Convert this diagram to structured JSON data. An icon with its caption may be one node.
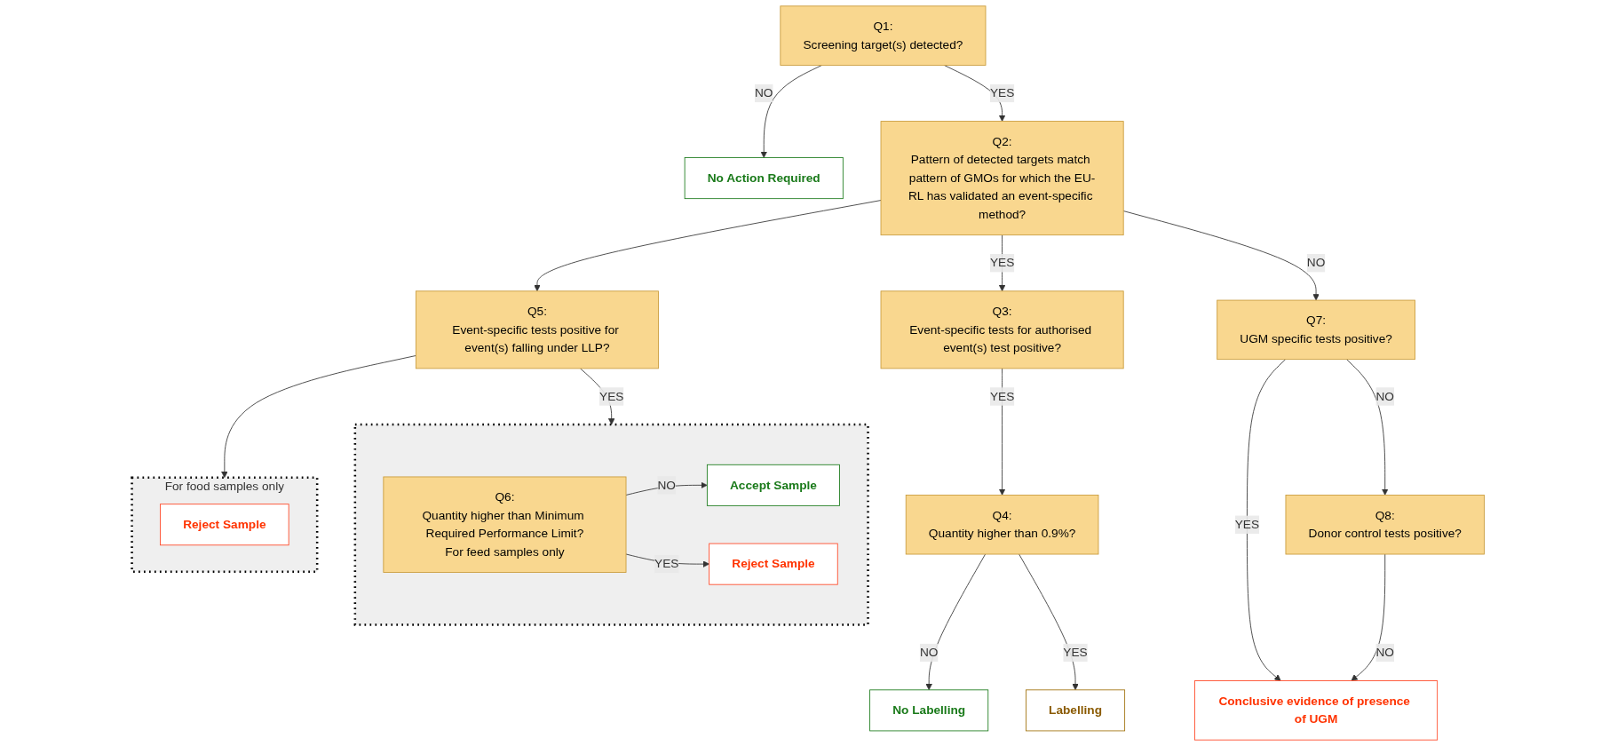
{
  "diagram": {
    "nodes": [
      {
        "text": [
          "Q1:",
          "Screening target(s) detected?"
        ]
      },
      {
        "text": [
          "No Action Required"
        ]
      },
      {
        "text": [
          "Q2:",
          "Pattern of detected targets match pattern of GMOs for which the EU-RL has validated an event-specific method?"
        ]
      },
      {
        "text": [
          "Q3:",
          "Event-specific tests for authorised event(s) test positive?"
        ]
      },
      {
        "text": [
          "Q4:",
          "Quantity higher than 0.9%?"
        ]
      },
      {
        "text": [
          "No Labelling"
        ]
      },
      {
        "text": [
          "Labelling"
        ]
      },
      {
        "text": [
          "Q7:",
          "UGM specific tests positive?"
        ]
      },
      {
        "text": [
          "Q5:",
          "Event-specific tests positive for event(s) falling under LLP?"
        ]
      },
      {
        "text": [],
        "shape": "box"
      },
      {
        "text": [
          "Q6:",
          "Quantity higher than Minimum Required Performance Limit?",
          "For feed samples only"
        ],
        "in": 9
      },
      {
        "text": [
          "Accept Sample"
        ],
        "in": 9
      },
      {
        "text": [
          "Reject Sample"
        ],
        "in": 9
      },
      {
        "text": [
          "For food samples only"
        ]
      },
      {
        "text": [
          "Reject Sample"
        ],
        "in": 13
      },
      {
        "text": [
          "Q8:",
          "Donor control tests positive?"
        ]
      },
      {
        "text": [
          "Conclusive evidence of presence of UGM"
        ]
      }
    ],
    "edges": [
      {
        "from": 0,
        "to": 1,
        "arrow": "to",
        "label": "NO"
      },
      {
        "from": 0,
        "to": 2,
        "arrow": "to",
        "label": "YES"
      },
      {
        "from": 2,
        "to": 3,
        "arrow": "to",
        "label": "YES"
      },
      {
        "from": 2,
        "to": 8,
        "arrow": "to"
      },
      {
        "from": 3,
        "to": 4,
        "arrow": "to",
        "label": "YES"
      },
      {
        "from": 4,
        "to": 5,
        "arrow": "to",
        "label": "NO"
      },
      {
        "from": 4,
        "to": 6,
        "arrow": "to",
        "label": "YES"
      },
      {
        "from": 2,
        "to": 7,
        "arrow": "to",
        "label": "NO"
      },
      {
        "from": 8,
        "to": 9,
        "arrow": "to",
        "label": "YES"
      },
      {
        "from": 8,
        "to": 13,
        "arrow": "to"
      },
      {
        "from": 10,
        "to": 11,
        "arrow": "to",
        "label": "NO"
      },
      {
        "from": 10,
        "to": 12,
        "arrow": "to",
        "label": "YES"
      },
      {
        "from": 7,
        "to": 16,
        "arrow": "to",
        "label": "YES"
      },
      {
        "from": 7,
        "to": 15,
        "arrow": "to",
        "label": "NO"
      },
      {
        "from": 15,
        "to": 16,
        "arrow": "to",
        "label": "NO"
      }
    ]
  }
}
